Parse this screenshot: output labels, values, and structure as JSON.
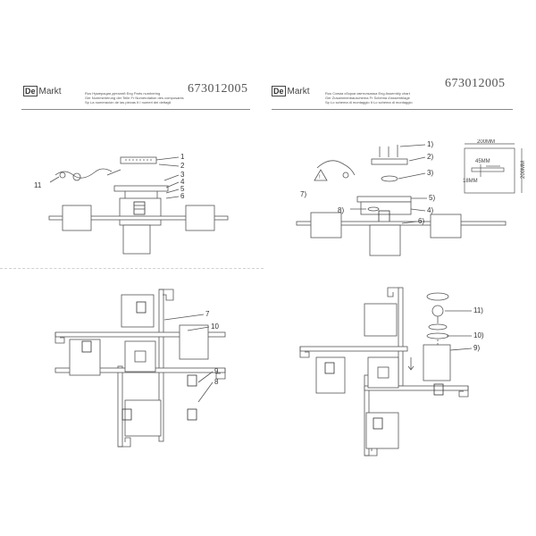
{
  "left_sheet": {
    "brand_box": "De",
    "brand_text": "Markt",
    "code": "673012005",
    "header_lines": [
      "Rus Нумерация деталей      Eng Parts numbering",
      "Ger Nummerierung der Teile      Fr Numérotation des composants",
      "Sp La numeración de las piezas      It I numeri dei dettagli"
    ],
    "callouts_top": [
      "1",
      "2",
      "3",
      "4",
      "5",
      "6",
      "11"
    ],
    "callouts_bottom": [
      "7",
      "10",
      "9",
      "8"
    ]
  },
  "right_sheet": {
    "brand_box": "De",
    "brand_text": "Markt",
    "code": "673012005",
    "header_lines": [
      "Rus Схема сборки светильника      Eng Assembly chart",
      "Ger Zusammenbauschema      Fr Schéma d'assemblage",
      "Sp Lo schema di montaggio      It Lo schema di montaggio"
    ],
    "callouts_top": [
      "1)",
      "2)",
      "3)",
      "7)",
      "8)",
      "4)",
      "5)",
      "6)"
    ],
    "dimensions": [
      "200MM",
      "200MM",
      "45MM",
      "18MM"
    ],
    "callouts_bottom": [
      "11)",
      "10)",
      "9)"
    ]
  }
}
